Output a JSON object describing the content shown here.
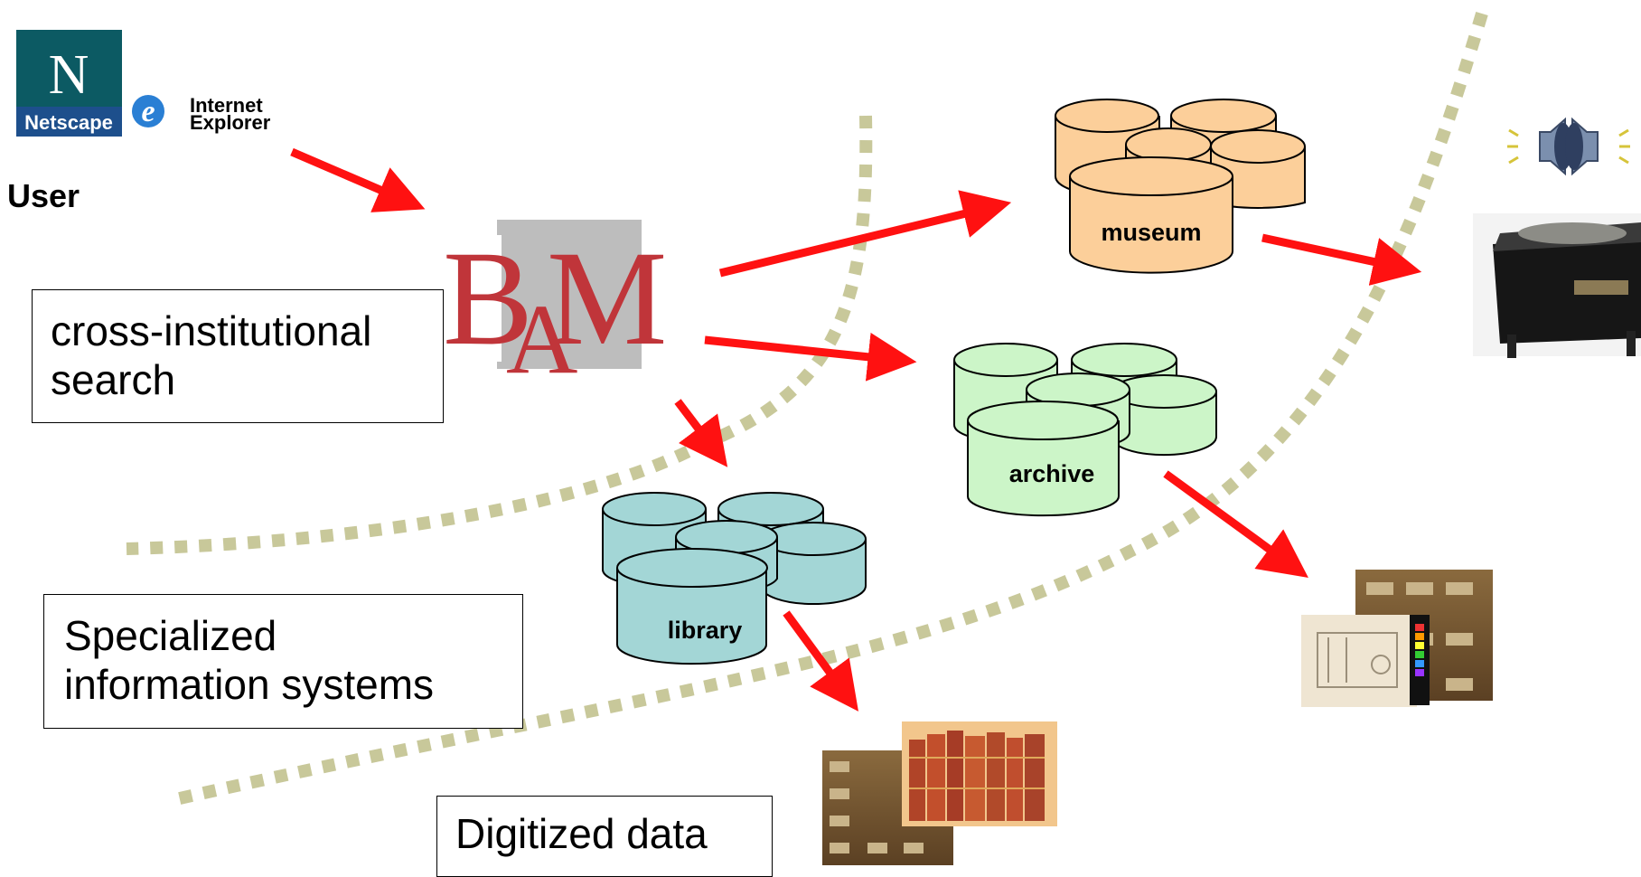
{
  "user": {
    "label": "User",
    "browsers": {
      "netscape_letter": "N",
      "netscape_label": "Netscape",
      "ie_letter": "e",
      "ie_label_line1": "Internet",
      "ie_label_line2": "Explorer"
    }
  },
  "portal": {
    "logo_b": "B",
    "logo_a": "A",
    "logo_m": "M",
    "logo_color": "#c0353a"
  },
  "boxes": {
    "search_line1": "cross-institutional",
    "search_line2": "search",
    "specialized_line1": "Specialized",
    "specialized_line2": "information systems",
    "digitized": "Digitized data"
  },
  "databases": {
    "museum": {
      "label": "museum",
      "color": "#fccf9a"
    },
    "archive": {
      "label": "archive",
      "color": "#ccf5c8"
    },
    "library": {
      "label": "library",
      "color": "#a3d6d6"
    }
  },
  "colors": {
    "arrow": "#ff1111",
    "dotted_line": "#c8c89a"
  },
  "icons": {
    "speakers": "speakers-icon",
    "phonograph": "phonograph-photo",
    "archive_drawings": "archive-drawings-photo",
    "library_books": "library-books-photo"
  }
}
